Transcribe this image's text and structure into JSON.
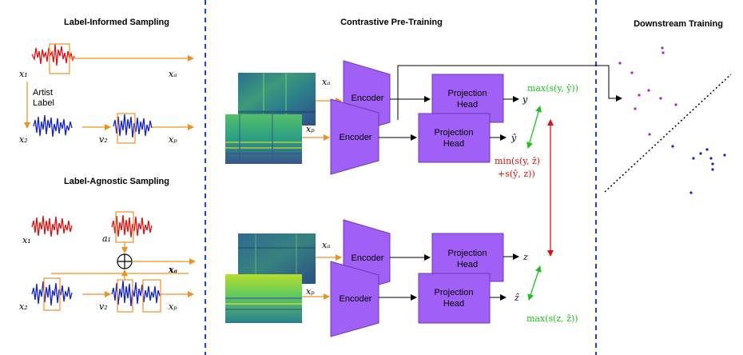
{
  "sections": {
    "label_informed": "Label-Informed Sampling",
    "label_agnostic": "Label-Agnostic Sampling",
    "contrastive": "Contrastive Pre-Training",
    "downstream": "Downstream Training"
  },
  "left": {
    "x1": "x₁",
    "xa": "xₐ",
    "artist_label_line1": "Artist",
    "artist_label_line2": "Label",
    "x2": "x₂",
    "v2": "v₂",
    "xp": "xₚ",
    "a1": "a₁"
  },
  "middle": {
    "encoder": "Encoder",
    "projection_head_line1": "Projection",
    "projection_head_line2": "Head",
    "xa": "xₐ",
    "xp": "xₚ",
    "y": "y",
    "yhat": "ŷ",
    "z": "z",
    "zhat": "ẑ",
    "max_y": "max(s(y, ŷ))",
    "min_line1": "min(s(y, ẑ)",
    "min_line2": "+s(ŷ, z))",
    "max_z": "max(s(z, ẑ))"
  },
  "colors": {
    "orange": "#f0901e",
    "purple": "#a05ff5",
    "blue_dash": "#1f3fe0",
    "green": "#1fbf1f",
    "red": "#e01010",
    "magenta_dots": "#b020c8",
    "blue_dots": "#1020d0"
  }
}
